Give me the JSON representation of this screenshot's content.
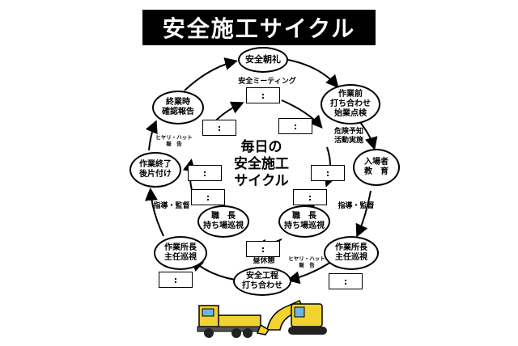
{
  "title": "安全施工サイクル",
  "center_text": "毎日の\n安全施工\nサイクル",
  "nodes": {
    "morning": "安全朝礼",
    "prework": "作業前\n打ち合わせ\n始業点検",
    "entry": "入場者\n教　育",
    "supervisor_patrol": "作業所長\n主任巡視",
    "process_meeting": "安全工程\n打ち合わせ",
    "site_patrol_manager": "作業所長\n主任巡視",
    "cleanup": "作業終了\n後片付け",
    "end_report": "終業時\n確認報告",
    "foreman_right": "職　長\n持ち場巡視",
    "foreman_left": "職　長\n持ち場巡視"
  },
  "labels": {
    "safety_meeting": "安全ミーティング",
    "hazard_prediction": "危険予知\n活動実施",
    "guidance_right": "指導・監督",
    "guidance_left": "指導・監督",
    "hiyari_right": "ヒヤリ・ハット\n報　告",
    "hiyari_left": "ヒヤリ・ハット\n報　告",
    "lunch_break": "昼休憩"
  },
  "time_box_text": ":",
  "colors": {
    "title_bg": "#000000",
    "title_text": "#ffffff",
    "truck": "#f2d230",
    "excavator": "#f2d230"
  }
}
